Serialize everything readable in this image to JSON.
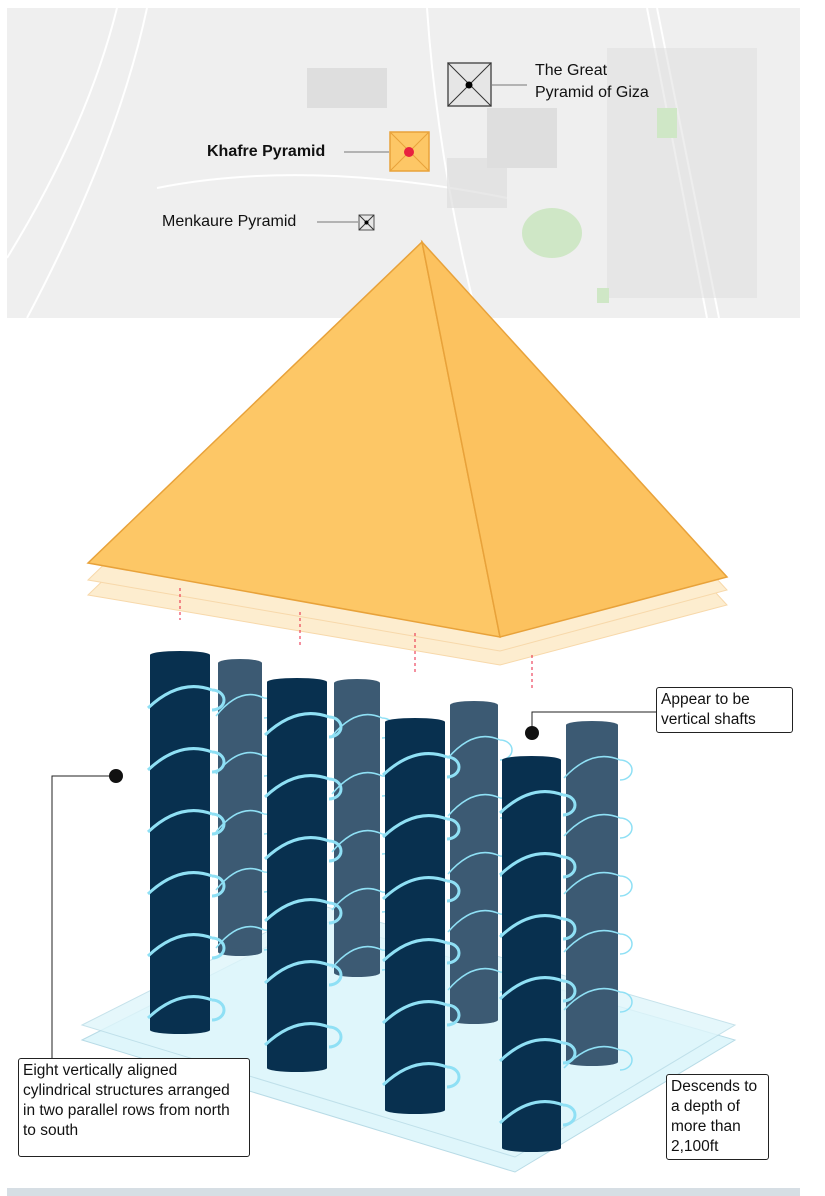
{
  "map": {
    "great_pyramid_label": "The Great\nPyramid of Giza",
    "khafre_label": "Khafre Pyramid",
    "menkaure_label": "Menkaure Pyramid"
  },
  "callouts": {
    "shafts": "Appear to be vertical shafts",
    "structures": "Eight vertically aligned cylindrical structures arranged in two parallel rows from north to south",
    "depth": "Descends to a depth of more than 2,100ft"
  },
  "colors": {
    "pyramid": "#fdc766",
    "pyramid_edge": "#e8a23a",
    "front_cylinder": "#08304f",
    "back_cylinder": "#3c5a73",
    "spiral": "#8fe0f5",
    "marker": "#e8213f",
    "plane": "#dff6fb"
  }
}
